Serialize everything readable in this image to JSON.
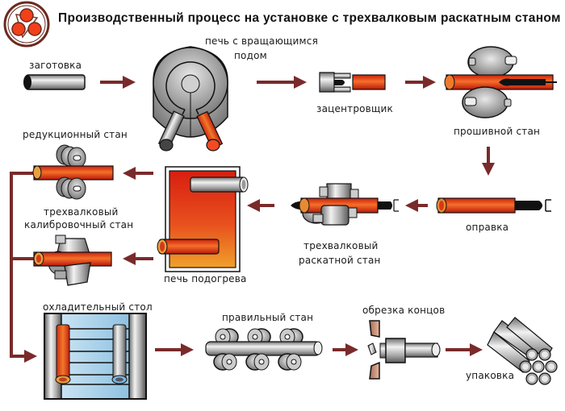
{
  "title": "Производственный процесс на установке с трехвалковым раскатным станом",
  "colors": {
    "arrow": "#7a2a2a",
    "hot_metal": "#e8401c",
    "hot_metal_light": "#f29a3a",
    "steel": "#9a9a9a",
    "steel_light": "#e4e4e4",
    "outline": "#111111",
    "furnace_top": "#d81e10",
    "furnace_bottom": "#f0a02a",
    "cooling_bed": "#a9d3ec",
    "cutter": "#c98f78"
  },
  "stages": {
    "billet": "заготовка",
    "rotary_furnace": "печь с вращающимся подом",
    "rotary_furnace_line1": "печь с вращающимся",
    "rotary_furnace_line2": "подом",
    "centering": "зацентровщик",
    "piercing_mill": "прошивной стан",
    "mandrel": "оправка",
    "three_roll_mill_line1": "трехвалковый",
    "three_roll_mill_line2": "раскатной стан",
    "reheat_furnace": "печь подогрева",
    "reducing_mill": "редукционный стан",
    "sizing_mill_line1": "трехвалковый",
    "sizing_mill_line2": "калибровочный стан",
    "cooling_bed": "охладительный стол",
    "straightening_mill": "правильный стан",
    "end_cutting": "обрезка концов",
    "packing": "упаковка"
  },
  "icons": {
    "logo": "three-roll-logo-icon",
    "arrow": "flow-arrow-icon"
  }
}
